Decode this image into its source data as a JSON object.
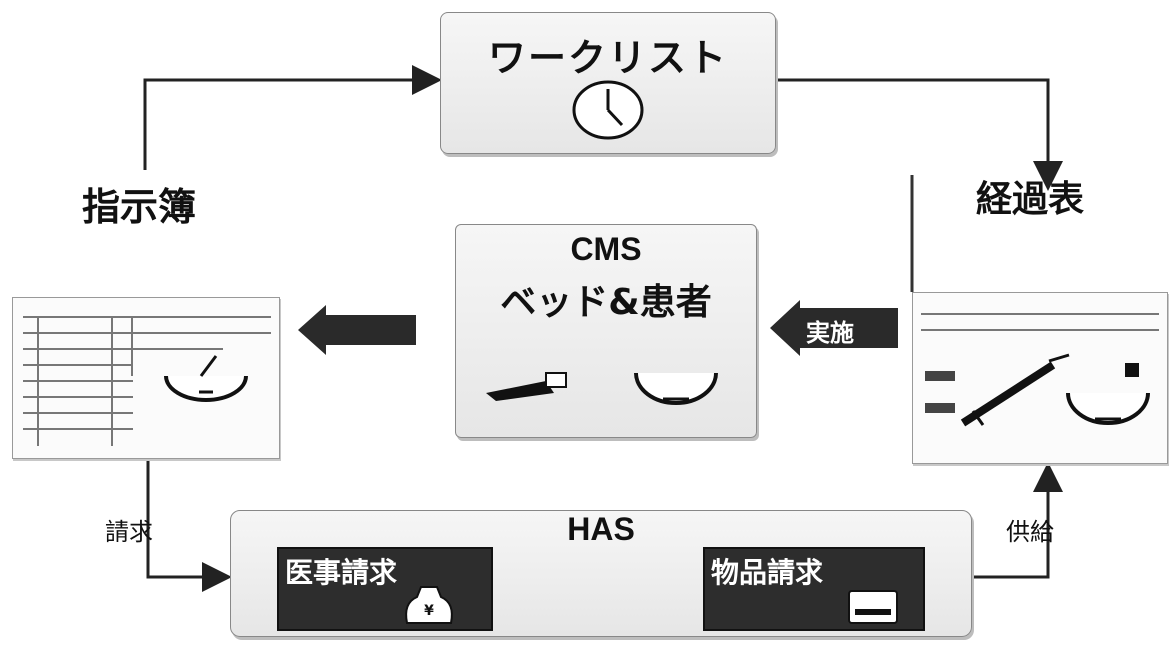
{
  "nodes": {
    "worklist": {
      "title": "ワークリスト",
      "icon": "clock-icon"
    },
    "cms": {
      "title_line1": "CMS",
      "title_line2": "ベッド&患者",
      "icons": [
        "pen-icon",
        "monitor-icon"
      ]
    },
    "has": {
      "title": "HAS",
      "medical_billing": {
        "label": "医事請求",
        "icon": "yen-bag-icon"
      },
      "supply_billing": {
        "label": "物品請求",
        "icon": "printer-icon"
      }
    },
    "order_book": {
      "label": "指示簿",
      "icon": "document-sheet-icon"
    },
    "progress_chart": {
      "label": "経過表",
      "icon": "syringe-icon"
    }
  },
  "edges": {
    "billing_label": "請求",
    "supply_label": "供給",
    "execution_label": "実施"
  },
  "colors": {
    "dark_box": "#2d2d2d",
    "panel_bg": "#eeeeee",
    "line": "#222222"
  }
}
